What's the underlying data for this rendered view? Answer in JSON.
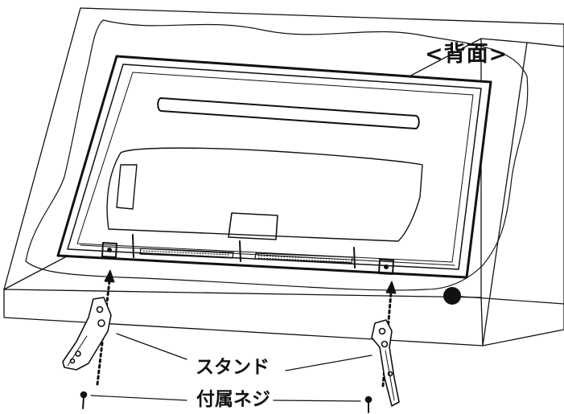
{
  "labels": {
    "rear_view": "<背面>",
    "stand": "スタンド",
    "screws": "付属ネジ"
  },
  "colors": {
    "line": "#111111",
    "background": "#ffffff",
    "marker": "#111111"
  },
  "icons": {
    "marker": "filled-circle",
    "arrow": "dotted-up-arrow"
  }
}
